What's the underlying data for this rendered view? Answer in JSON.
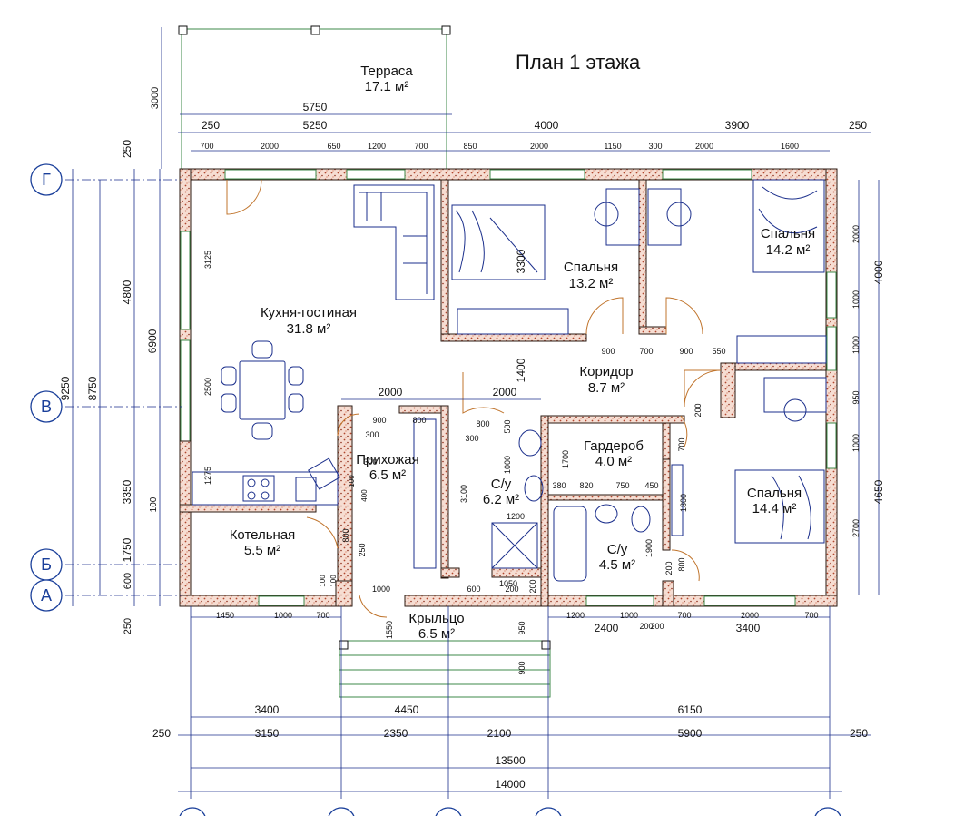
{
  "title": "План 1 этажа",
  "rooms": {
    "terrace": {
      "name": "Терраса",
      "area": "17.1 м²"
    },
    "kitchen": {
      "name": "Кухня-гостиная",
      "area": "31.8 м²"
    },
    "bedroom1": {
      "name": "Спальня",
      "area": "13.2 м²"
    },
    "bedroom2": {
      "name": "Спальня",
      "area": "14.2 м²"
    },
    "corridor": {
      "name": "Коридор",
      "area": "8.7 м²"
    },
    "hall": {
      "name": "Прихожая",
      "area": "6.5 м²"
    },
    "bath1": {
      "name": "С/у",
      "area": "6.2 м²"
    },
    "wardrobe": {
      "name": "Гардероб",
      "area": "4.0 м²"
    },
    "bath2": {
      "name": "С/у",
      "area": "4.5 м²"
    },
    "bedroom3": {
      "name": "Спальня",
      "area": "14.4 м²"
    },
    "boiler": {
      "name": "Котельная",
      "area": "5.5 м²"
    },
    "porch": {
      "name": "Крыльцо",
      "area": "6.5 м²"
    }
  },
  "axes": {
    "g": "Г",
    "v": "В",
    "b": "Б",
    "a": "А"
  },
  "dimensions": {
    "terrace_depth": "3000",
    "terrace_width": "5750",
    "top_overall": [
      "250",
      "5250",
      "4000",
      "3900",
      "250"
    ],
    "top_detail": [
      "700",
      "2000",
      "650",
      "1200",
      "700",
      "850",
      "2000",
      "1150",
      "300",
      "2000",
      "1600"
    ],
    "left_outer": [
      "9250",
      "8750"
    ],
    "left_mid": [
      "4800",
      "3350",
      "1750"
    ],
    "left_inner": [
      "250",
      "6900",
      "100",
      "600",
      "250"
    ],
    "kitchen_window": [
      "3125",
      "2500",
      "1275"
    ],
    "bedroom1_inner": "3300",
    "corridor_v": "1400",
    "corridor_h": [
      "900",
      "700",
      "900",
      "550"
    ],
    "hall_h": [
      "2000",
      "2000"
    ],
    "hall_detail": [
      "900",
      "800",
      "300",
      "300",
      "400",
      "100",
      "800",
      "250",
      "100",
      "100",
      "1000"
    ],
    "bath1": [
      "800",
      "500",
      "300",
      "1000",
      "3100",
      "1200"
    ],
    "wardrobe": [
      "1700",
      "200",
      "700",
      "380",
      "820",
      "750",
      "450",
      "1800",
      "1900",
      "200",
      "800"
    ],
    "right_outer": [
      "2000",
      "1000",
      "4000",
      "1000",
      "950",
      "1000",
      "4650",
      "2700"
    ],
    "porch": [
      "1550",
      "600",
      "200",
      "1050",
      "200",
      "950",
      "900"
    ],
    "bottom_detail_left": [
      "1450",
      "1000",
      "700"
    ],
    "bottom_detail_right": [
      "1200",
      "1000",
      "2400",
      "200",
      "700",
      "2000",
      "700",
      "3400",
      "200"
    ],
    "bottom_row1": [
      "3400",
      "4450",
      "6150"
    ],
    "bottom_row2": [
      "250",
      "3150",
      "2350",
      "2100",
      "5900",
      "250"
    ],
    "bottom_row3": "13500",
    "bottom_row4": "14000"
  }
}
